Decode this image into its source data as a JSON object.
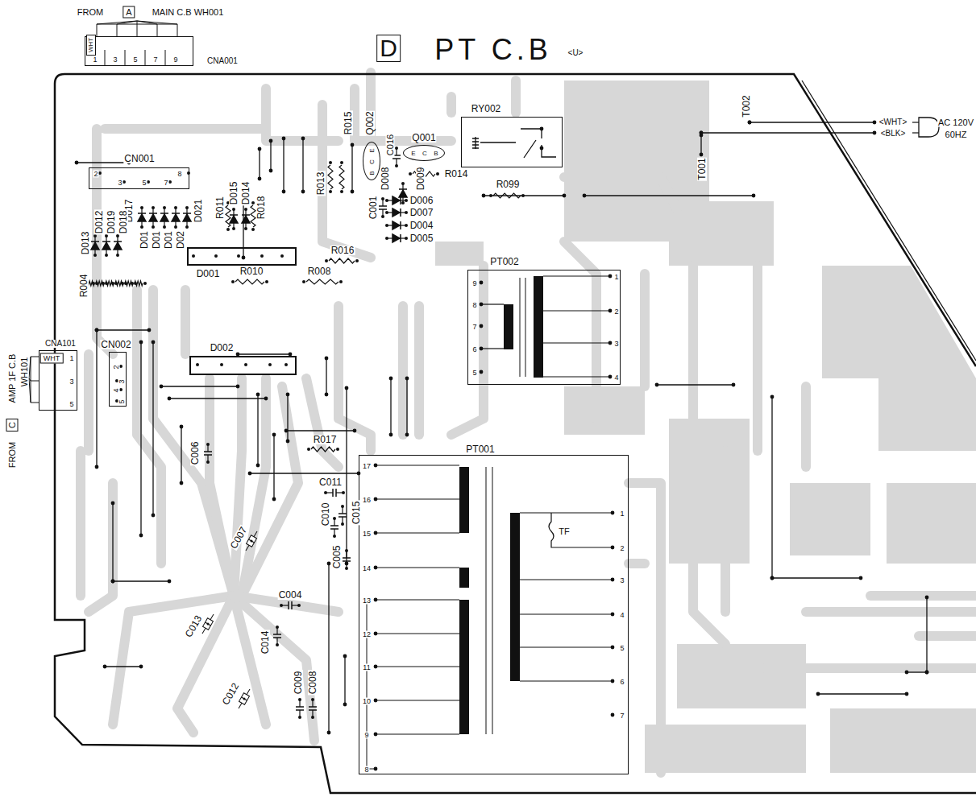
{
  "diagram": {
    "title": "PT C.B",
    "nodes": [
      {
        "text": [
          "WHT",
          "1",
          "3",
          "5",
          "7",
          "9",
          "CNA001"
        ]
      },
      {
        "text": [
          "CN001",
          "2",
          "3",
          "5",
          "7",
          "8"
        ]
      },
      {
        "text": [
          "Q002",
          "E",
          "C",
          "B"
        ]
      },
      {
        "text": [
          "Q001",
          "E",
          "C",
          "B"
        ]
      },
      {
        "text": [
          "RY002"
        ]
      },
      {
        "text": [
          "D001"
        ]
      },
      {
        "text": [
          "PT002",
          "9",
          "8",
          "7",
          "6",
          "5",
          "1",
          "2",
          "3",
          "4"
        ]
      },
      {
        "text": [
          "CNA101",
          "WHT",
          "1",
          "3",
          "5"
        ]
      },
      {
        "text": [
          "CN002",
          "2",
          "3",
          "4",
          "5"
        ]
      },
      {
        "text": [
          "D002"
        ]
      },
      {
        "text": [
          "PT001",
          "17",
          "16",
          "15",
          "14",
          "13",
          "12",
          "11",
          "10",
          "9",
          "8",
          "1",
          "2",
          "3",
          "4",
          "5",
          "6",
          "7"
        ]
      }
    ],
    "labels": [
      "FROM",
      "A",
      "MAIN C.B WH001",
      "D",
      "<U>",
      "FROM",
      "C",
      "AMP 1F C.B",
      "WH101",
      "T002",
      "T001",
      "<WHT>",
      "<BLK>",
      "AC 120V",
      "60HZ",
      "R015",
      "R013",
      "C016",
      "R014",
      "C001",
      "D008",
      "D009",
      "R099",
      "D006",
      "D007",
      "D004",
      "D005",
      "R011",
      "D015",
      "D014",
      "R018",
      "D017",
      "D021",
      "D013",
      "D012",
      "D019",
      "D018",
      "D01",
      "D01",
      "D01",
      "D02",
      "R004",
      "R016",
      "R010",
      "R008",
      "R017",
      "C006",
      "C007",
      "C011",
      "C010",
      "C015",
      "C005",
      "C004",
      "C014",
      "C013",
      "C012",
      "C009",
      "C008",
      "TF"
    ]
  }
}
